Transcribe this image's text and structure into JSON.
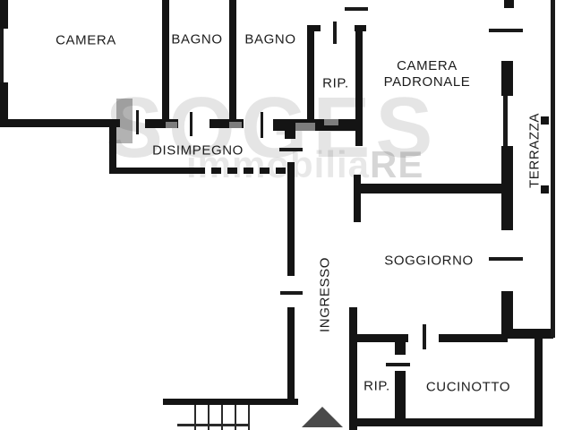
{
  "floorplan": {
    "title": "apartment-floor-plan",
    "rooms": [
      {
        "id": "camera",
        "label": "CAMERA"
      },
      {
        "id": "bagno-1",
        "label": "BAGNO"
      },
      {
        "id": "bagno-2",
        "label": "BAGNO"
      },
      {
        "id": "rip-top",
        "label": "RIP."
      },
      {
        "id": "camera-padronale",
        "label": "CAMERA PADRONALE",
        "line1": "CAMERA",
        "line2": "PADRONALE"
      },
      {
        "id": "terrazza",
        "label": "TERRAZZA"
      },
      {
        "id": "disimpegno",
        "label": "DISIMPEGNO"
      },
      {
        "id": "ingresso",
        "label": "INGRESSO"
      },
      {
        "id": "soggiorno",
        "label": "SOGGIORNO"
      },
      {
        "id": "rip-bottom",
        "label": "RIP."
      },
      {
        "id": "cucinotto",
        "label": "CUCINOTTO"
      }
    ],
    "watermark": {
      "brand": "SOGES",
      "tagline_left": "immobilia",
      "tagline_right": "RE"
    },
    "colors": {
      "wall": "#141414",
      "door_swing_gray": "#7d7d7d",
      "entrance_arrow": "#4a4a4a",
      "watermark_gray": "#d9d9d9",
      "background": "#ffffff"
    }
  }
}
